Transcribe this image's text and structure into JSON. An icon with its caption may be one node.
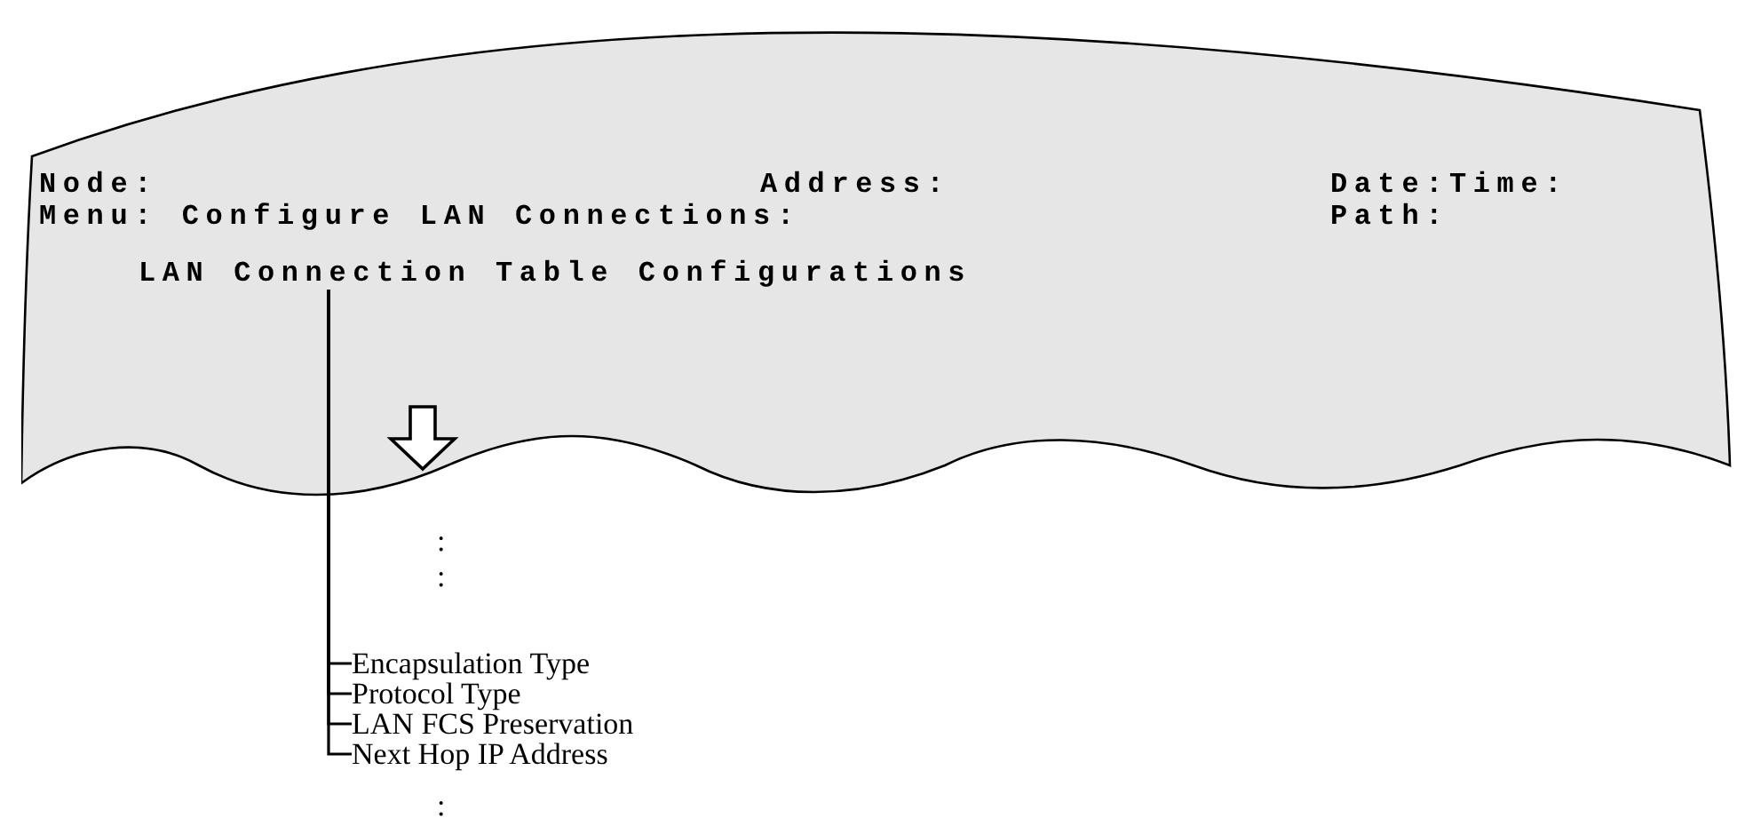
{
  "diagram": {
    "nodes": [
      {
        "text": [
          "Node:",
          "Address:",
          "Date:Time:",
          "Menu: Configure LAN Connections:",
          "Path:"
        ]
      },
      {
        "text": [
          "LAN Connection Table Configurations"
        ],
        "in": 0
      },
      {
        "text": [
          "Encapsulation Type"
        ]
      },
      {
        "text": [
          "Protocol Type"
        ]
      },
      {
        "text": [
          "LAN FCS Preservation"
        ]
      },
      {
        "text": [
          "Next Hop IP Address"
        ]
      }
    ],
    "edges": [
      {
        "from": 1,
        "to": 2,
        "arrow": "none"
      },
      {
        "from": 1,
        "to": 3,
        "arrow": "none"
      },
      {
        "from": 1,
        "to": 4,
        "arrow": "none"
      },
      {
        "from": 1,
        "to": 5,
        "arrow": "none"
      }
    ],
    "labels": [
      ":",
      ":",
      ":"
    ]
  }
}
